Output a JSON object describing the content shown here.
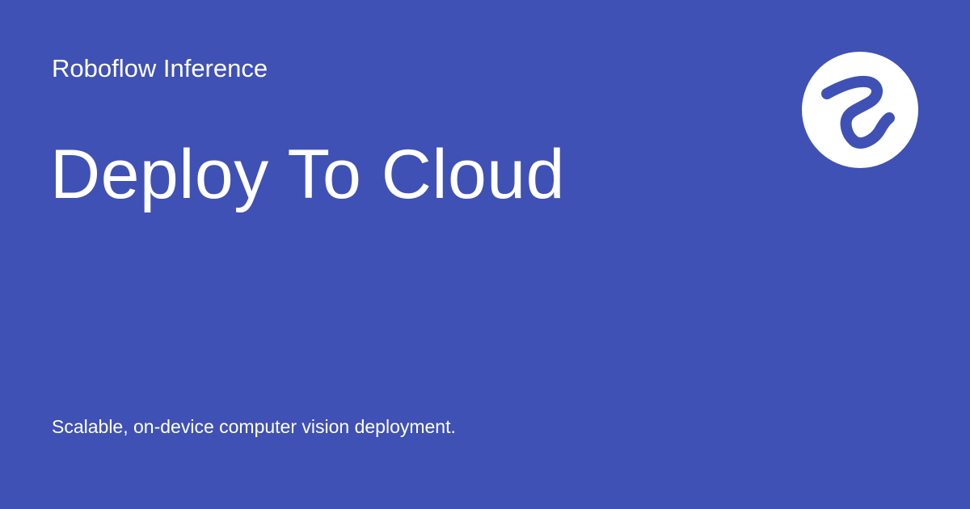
{
  "card": {
    "site_name": "Roboflow Inference",
    "title": "Deploy To Cloud",
    "description": "Scalable, on-device computer vision deployment.",
    "logo_icon": "roboflow-logo-icon"
  },
  "colors": {
    "background": "#3f51b5",
    "text": "#ffffff",
    "logo_circle": "#ffffff",
    "logo_mark": "#3f51b5"
  }
}
